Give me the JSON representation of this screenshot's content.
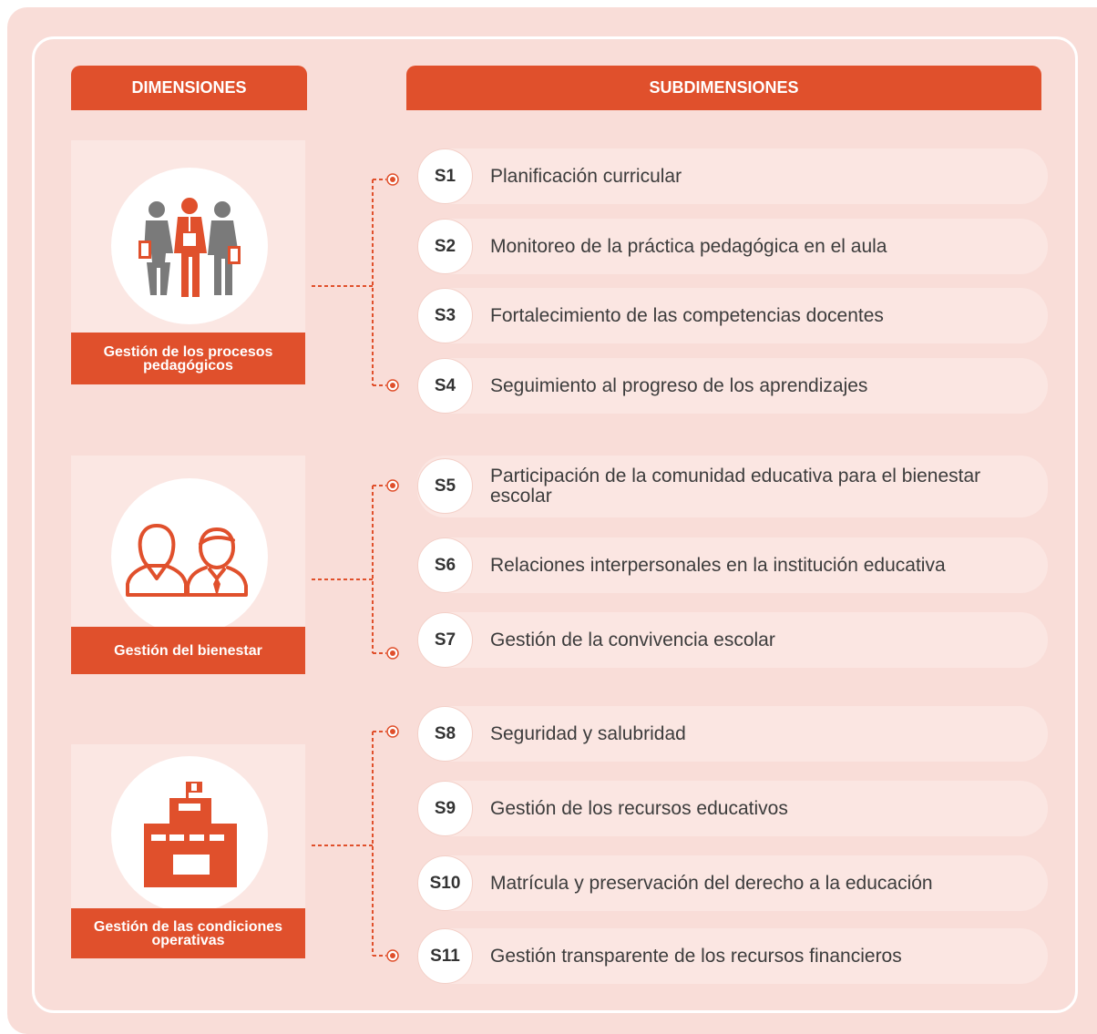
{
  "headers": {
    "dimensions": "DIMENSIONES",
    "subdimensions": "SUBDIMENSIONES"
  },
  "dimensions": [
    {
      "label": "Gestión de los procesos pedagógicos",
      "icon": "teachers-group-icon"
    },
    {
      "label": "Gestión del bienestar",
      "icon": "students-icon"
    },
    {
      "label": "Gestión de las condiciones operativas",
      "icon": "school-building-icon"
    }
  ],
  "subdimensions": [
    {
      "code": "S1",
      "text": "Planificación curricular"
    },
    {
      "code": "S2",
      "text": "Monitoreo de la práctica pedagógica en el aula"
    },
    {
      "code": "S3",
      "text": "Fortalecimiento de las competencias docentes"
    },
    {
      "code": "S4",
      "text": "Seguimiento al progreso de los aprendizajes"
    },
    {
      "code": "S5",
      "text": "Participación de la comunidad educativa para el bienestar escolar"
    },
    {
      "code": "S6",
      "text": "Relaciones interpersonales en la institución educativa"
    },
    {
      "code": "S7",
      "text": "Gestión de la convivencia escolar"
    },
    {
      "code": "S8",
      "text": "Seguridad y salubridad"
    },
    {
      "code": "S9",
      "text": "Gestión de los recursos educativos"
    },
    {
      "code": "S10",
      "text": "Matrícula y preservación del derecho a la educación"
    },
    {
      "code": "S11",
      "text": "Gestión transparente de los recursos financieros"
    }
  ],
  "colors": {
    "accent": "#e0502c",
    "background": "#f9ddd8",
    "card": "#fbe6e2",
    "icon_gray": "#7a7a7a"
  }
}
